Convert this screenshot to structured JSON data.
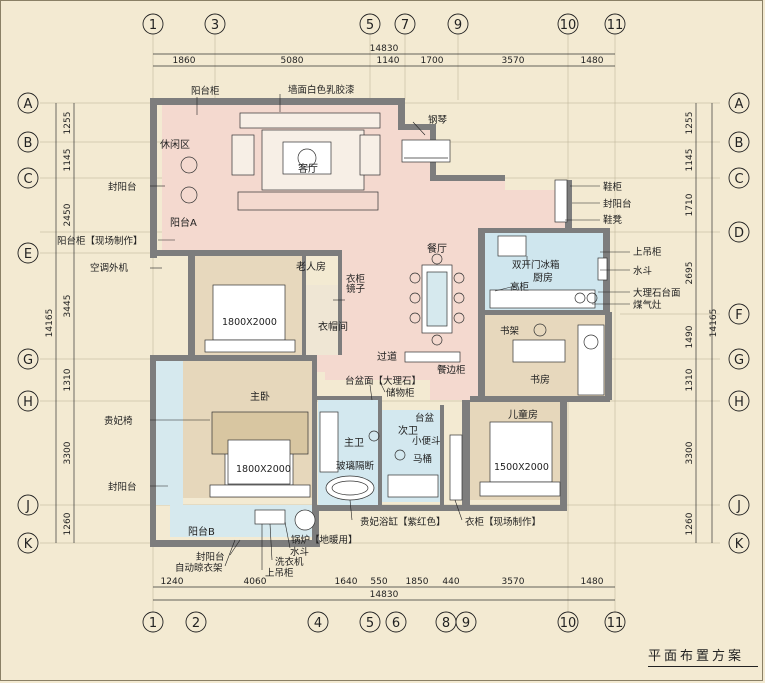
{
  "title": "平面布置方案",
  "grid_top": [
    "1",
    "3",
    "5",
    "7",
    "9",
    "10",
    "11"
  ],
  "grid_bottom": [
    "1",
    "2",
    "4",
    "5",
    "6",
    "8",
    "9",
    "10",
    "11"
  ],
  "grid_rows": [
    "A",
    "B",
    "C",
    "D",
    "E",
    "F",
    "G",
    "H",
    "J",
    "K"
  ],
  "dims": {
    "top_segments": [
      "1860",
      "5080",
      "1140",
      "1700",
      "3570",
      "1480"
    ],
    "top_total": "14830",
    "bottom_segments": [
      "1240",
      "4060",
      "1640",
      "550",
      "1850",
      "440",
      "3570",
      "1480"
    ],
    "bottom_total": "14830",
    "left_segments": [
      "1255",
      "1145",
      "2450",
      "3445",
      "1310",
      "3300",
      "1260"
    ],
    "left_total": "14165",
    "right_segments": [
      "1255",
      "1145",
      "1710",
      "2695",
      "1490",
      "1310",
      "3300",
      "1260"
    ],
    "right_total": "14165"
  },
  "rooms": {
    "living": "客厅",
    "dining": "餐厅",
    "leisure": "休闲区",
    "balcony_a": "阳台A",
    "elder": "老人房",
    "master": "主卧",
    "study": "书房",
    "kitchen": "厨房",
    "corridor": "过道",
    "master_bath": "主卫",
    "second_bath": "次卫",
    "child": "儿童房",
    "closet": "衣帽间",
    "balcony_b": "阳台B"
  },
  "labels": {
    "balcony_cab": "阳台柜",
    "wall_paint": "墙面白色乳胶漆",
    "piano": "钢琴",
    "closed_balcony_l": "封阳台",
    "balcony_cab_made": "阳台柜【现场制作】",
    "ac_unit": "空调外机",
    "shoe_cab": "鞋柜",
    "closed_balcony_r": "封阳台",
    "shoe_stool": "鞋凳",
    "upper_cab_k": "上吊柜",
    "fridge": "双开门冰箱",
    "sink_k": "水斗",
    "tall_cab": "高柜",
    "marble_top": "大理石台面",
    "gas_stove": "煤气灶",
    "bookshelf": "书架",
    "wardrobe_mirror": "衣柜",
    "mirror": "镜子",
    "bed_1": "1800X2000",
    "bed_2": "1800X2000",
    "bed_3": "1500X2000",
    "sideboard": "餐边柜",
    "basin_marble": "台盆面【大理石】",
    "storage": "储物柜",
    "basin": "台盆",
    "urinal": "小便斗",
    "toilet": "马桶",
    "glass": "玻璃隔断",
    "chaise": "贵妃椅",
    "closed_balcony_m": "封阳台",
    "bathtub": "贵妃浴缸【紫红色】",
    "wardrobe_made": "衣柜【现场制作】",
    "boiler": "锅炉【地暖用】",
    "sink_b": "水斗",
    "washer": "洗衣机",
    "upper_cab_b": "上吊柜",
    "dry_rack": "自动晾衣架",
    "closed_balcony_b": "封阳台"
  }
}
